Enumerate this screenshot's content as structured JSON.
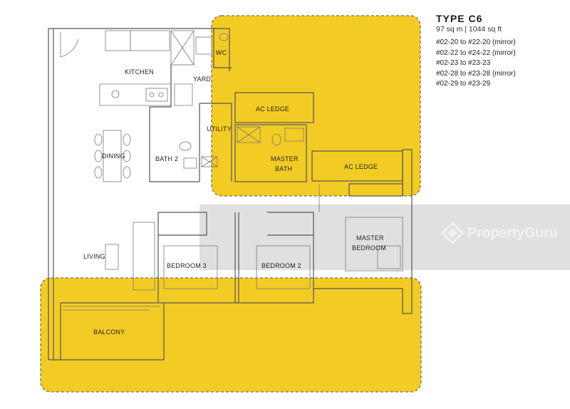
{
  "unit": {
    "type": "TYPE C6",
    "area": "97 sq m | 1044 sq ft",
    "units": [
      "#02-20 to #22-20 (mirror)",
      "#02-22 to #24-22 (mirror)",
      "#02-23 to #23-23",
      "#02-28 to #23-28 (mirror)",
      "#02-29 to #23-29"
    ]
  },
  "rooms": {
    "kitchen": "KITCHEN",
    "yard": "YARD",
    "wc": "WC",
    "ac_ledge_1": "AC LEDGE",
    "ac_ledge_2": "AC LEDGE",
    "utility": "UTILITY",
    "dining": "DINING",
    "bath2": "BATH 2",
    "master_bath_1": "MASTER",
    "master_bath_2": "BATH",
    "master_bedroom_1": "MASTER",
    "master_bedroom_2": "BEDROOM",
    "living": "LIVING",
    "bedroom3": "BEDROOM 3",
    "bedroom2": "BEDROOM 2",
    "balcony": "BALCONY"
  },
  "watermark": "PropertyGuru",
  "colors": {
    "highlight": "#f2c300",
    "highlight_border": "#3a3a3a",
    "band": "#d9d9d9",
    "wall": "#555555"
  }
}
